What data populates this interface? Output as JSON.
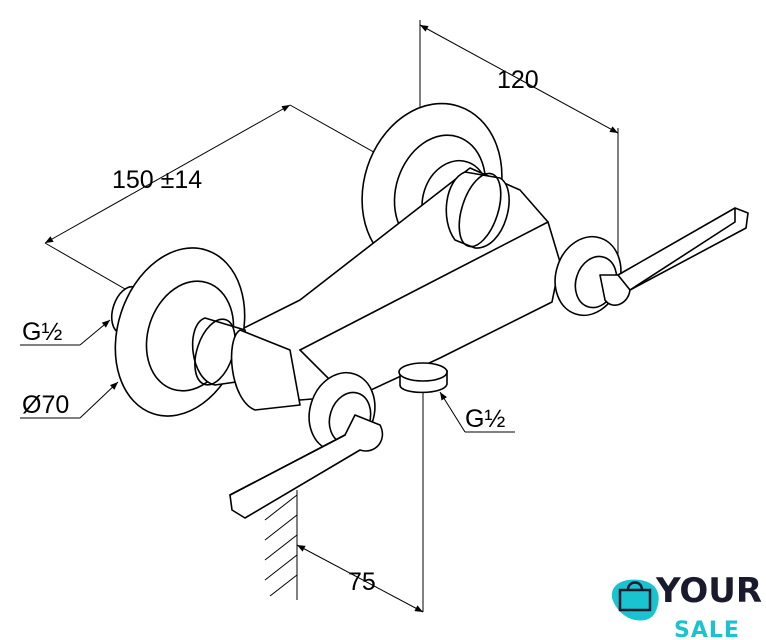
{
  "dimensions": {
    "width_top": "120",
    "length": "150 ±14",
    "thread_inlet": "G½",
    "rosette_diameter": "Ø70",
    "thread_outlet": "G½",
    "wall_distance": "75"
  },
  "logo": {
    "line1": "YOUR",
    "line2": "SALE",
    "accent": "#19c3cf",
    "dark": "#1a1a2e"
  }
}
